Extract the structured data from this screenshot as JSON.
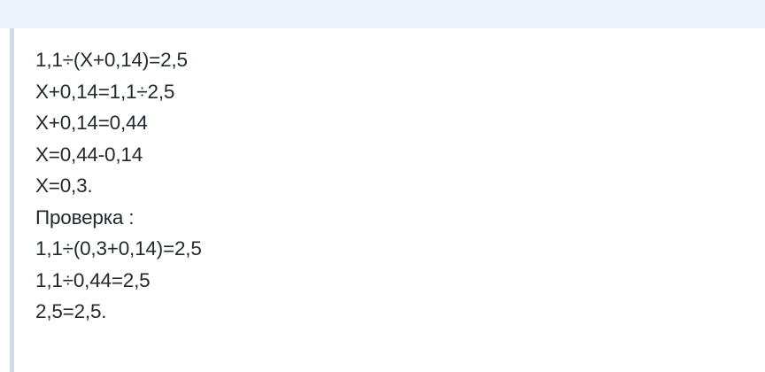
{
  "solution": {
    "lines": [
      "1,1÷(X+0,14)=2,5",
      "X+0,14=1,1÷2,5",
      "X+0,14=0,44",
      "X=0,44-0,14",
      "X=0,3.",
      "Проверка :",
      "1,1÷(0,3+0,14)=2,5",
      "1,1÷0,44=2,5",
      "2,5=2,5."
    ]
  },
  "colors": {
    "text": "#222a30",
    "top_band": "#edf3f9",
    "left_rule": "#cfdbe6",
    "background": "#ffffff"
  }
}
